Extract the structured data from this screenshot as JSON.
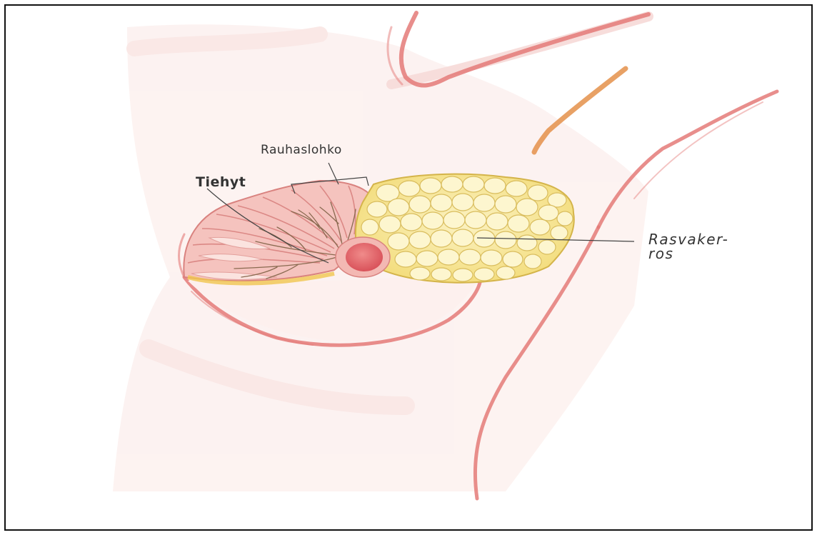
{
  "labels": {
    "lobe": "Rauhaslohko",
    "duct": "Tiehyt",
    "fat_line1": "Rasvaker-",
    "fat_line2": "ros"
  },
  "colors": {
    "background": "#ffffff",
    "frame": "#111111",
    "skin_outline": "#e47a78",
    "skin_fill": "#f7dad6",
    "fat_fill": "#f6e58e",
    "fat_outline": "#d4b44a",
    "gland_fill": "#f5c3be",
    "nipple": "#e56a6c",
    "leader_line": "#444444"
  }
}
